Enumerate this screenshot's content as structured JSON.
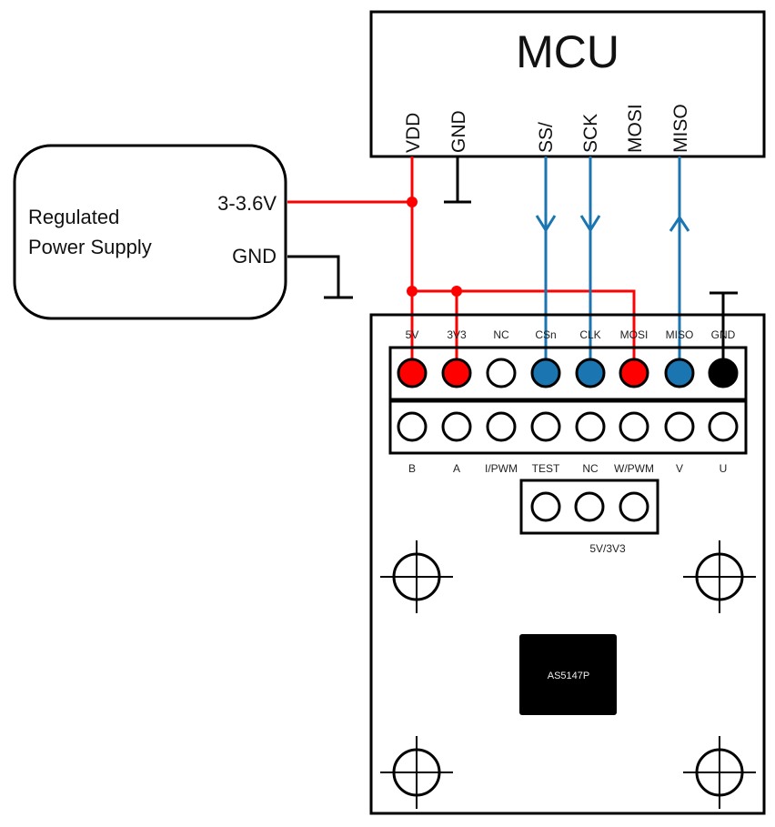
{
  "mcu": {
    "title": "MCU",
    "pins": [
      {
        "label": "VDD",
        "wire": "red"
      },
      {
        "label": "GND",
        "wire": "black"
      },
      {
        "label": "SS/",
        "wire": "blue",
        "direction": "out"
      },
      {
        "label": "SCK",
        "wire": "blue",
        "direction": "out"
      },
      {
        "label": "MOSI",
        "wire": "none"
      },
      {
        "label": "MISO",
        "wire": "blue",
        "direction": "in"
      }
    ]
  },
  "power_supply": {
    "title_line1": "Regulated",
    "title_line2": "Power Supply",
    "out_label": "3-3.6V",
    "gnd_label": "GND"
  },
  "board": {
    "top_header": [
      {
        "label": "5V",
        "fill": "red"
      },
      {
        "label": "3V3",
        "fill": "red"
      },
      {
        "label": "NC",
        "fill": "white"
      },
      {
        "label": "CSn",
        "fill": "blue"
      },
      {
        "label": "CLK",
        "fill": "blue"
      },
      {
        "label": "MOSI",
        "fill": "red"
      },
      {
        "label": "MISO",
        "fill": "blue"
      },
      {
        "label": "GND",
        "fill": "black"
      }
    ],
    "bottom_header": [
      "B",
      "A",
      "I/PWM",
      "TEST",
      "NC",
      "W/PWM",
      "V",
      "U"
    ],
    "jumper_label": "5V/3V3",
    "chip_label": "AS5147P"
  },
  "colors": {
    "red": "#ff0000",
    "blue": "#1a75b0",
    "black": "#000000",
    "white": "#ffffff"
  }
}
